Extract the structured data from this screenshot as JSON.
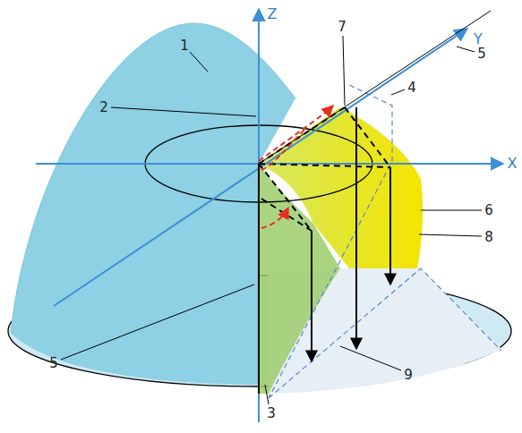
{
  "diagram": {
    "labels": [
      "1",
      "2",
      "7",
      "5",
      "4",
      "6",
      "8",
      "9",
      "3",
      "5",
      "Z",
      "Y",
      "X"
    ]
  }
}
